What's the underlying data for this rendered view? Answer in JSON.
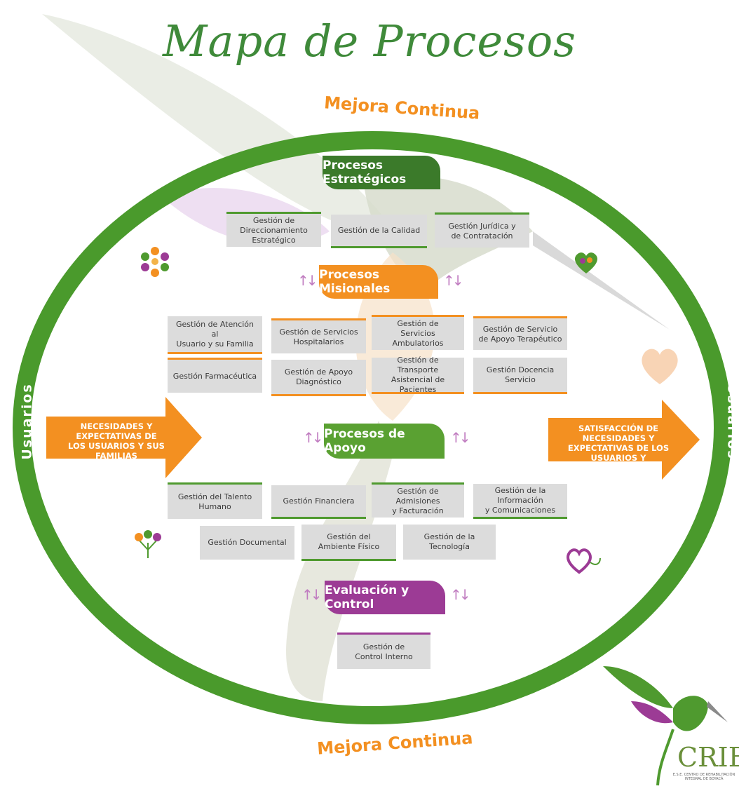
{
  "title": "Mapa de Procesos",
  "mejora_continua": "Mejora Continua",
  "usuarios": "Usuarios",
  "input_arrow": "NECESIDADES Y EXPECTATIVAS DE\nLOS USUARIOS Y SUS FAMILIAS",
  "output_arrow": "SATISFACCIÓN DE NECESIDADES Y\nEXPECTATIVAS DE LOS USUARIOS Y\nSUS FAMILIAS",
  "estrategicos": {
    "header": "Procesos Estratégicos",
    "boxes": [
      "Gestión de\nDireccionamiento\nEstratégico",
      "Gestión de la Calidad",
      "Gestión Jurídica y\nde Contratación"
    ]
  },
  "misionales": {
    "header": "Procesos Misionales",
    "boxes": [
      "Gestión de Atención al\nUsuario y su Familia",
      "Gestión de Servicios\nHospitalarios",
      "Gestión de\nServicios Ambulatorios",
      "Gestión de Servicio\nde Apoyo Terapéutico",
      "Gestión Farmacéutica",
      "Gestión de Apoyo\nDiagnóstico",
      "Gestión de Transporte\nAsistencial de Pacientes",
      "Gestión Docencia\nServicio"
    ]
  },
  "apoyo": {
    "header": "Procesos de Apoyo",
    "boxes": [
      "Gestión del Talento\nHumano",
      "Gestión Financiera",
      "Gestión de Admisiones\ny Facturación",
      "Gestión de la Información\ny Comunicaciones",
      "Gestión Documental",
      "Gestión del\nAmbiente Físico",
      "Gestión de la\nTecnología"
    ]
  },
  "evaluacion": {
    "header": "Evaluación y Control",
    "boxes": [
      "Gestión de\nControl Interno"
    ]
  },
  "logo": {
    "text": "CRIB",
    "subtitle": "E.S.E. CENTRO DE REHABILITACIÓN\nINTEGRAL DE BOYACÁ"
  },
  "colors": {
    "green": "#4f9a2f",
    "dark_green": "#3b7a2a",
    "orange": "#f39021",
    "purple": "#9c3b95",
    "box_gray": "#dcdcdc"
  },
  "icons": [
    "flower-icon",
    "heart-family-icon",
    "heart-hand-icon",
    "heart-stethoscope-icon",
    "flowers-icon",
    "hummingbird-logo-icon"
  ]
}
